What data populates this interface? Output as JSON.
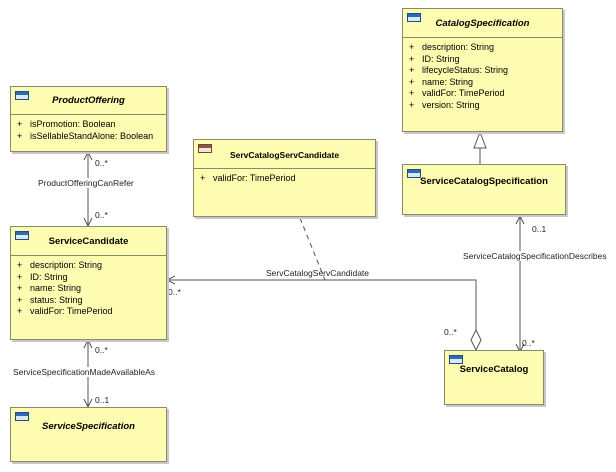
{
  "classes": {
    "product_offering": {
      "name": "ProductOffering",
      "attributes": [
        {
          "vis": "+",
          "text": "isPromotion: Boolean"
        },
        {
          "vis": "+",
          "text": "isSellableStandAlone: Boolean"
        }
      ]
    },
    "catalog_specification": {
      "name": "CatalogSpecification",
      "attributes": [
        {
          "vis": "+",
          "text": "description: String"
        },
        {
          "vis": "+",
          "text": "ID: String"
        },
        {
          "vis": "+",
          "text": "lifecycleStatus: String"
        },
        {
          "vis": "+",
          "text": "name: String"
        },
        {
          "vis": "+",
          "text": "validFor: TimePeriod"
        },
        {
          "vis": "+",
          "text": "version: String"
        }
      ]
    },
    "serv_catalog_serv_candidate": {
      "name": "ServCatalogServCandidate",
      "attributes": [
        {
          "vis": "+",
          "text": "validFor: TimePeriod"
        }
      ]
    },
    "service_catalog_specification": {
      "name": "ServiceCatalogSpecification"
    },
    "service_candidate": {
      "name": "ServiceCandidate",
      "attributes": [
        {
          "vis": "+",
          "text": "description: String"
        },
        {
          "vis": "+",
          "text": "ID: String"
        },
        {
          "vis": "+",
          "text": "name: String"
        },
        {
          "vis": "+",
          "text": "status: String"
        },
        {
          "vis": "+",
          "text": "validFor: TimePeriod"
        }
      ]
    },
    "service_catalog": {
      "name": "ServiceCatalog"
    },
    "service_specification": {
      "name": "ServiceSpecification"
    }
  },
  "associations": {
    "offering_can_refer": {
      "name": "ProductOfferingCanRefer",
      "mult_top": "0..*",
      "mult_bottom": "0..*"
    },
    "made_available_as": {
      "name": "ServiceSpecificationMadeAvailableAs",
      "mult_top": "0..*",
      "mult_bottom": "0..1"
    },
    "serv_catalog_serv_candidate": {
      "name": "ServCatalogServCandidate",
      "mult_candidate": "0..*",
      "mult_catalog": "0..*"
    },
    "spec_describes": {
      "name": "ServiceCatalogSpecificationDescribes",
      "mult_top": "0..1",
      "mult_bottom": "0..*"
    }
  },
  "colors": {
    "class_fill": "#fefcb0",
    "class_border": "#8a8a6a",
    "line": "#555555"
  },
  "icons": {
    "class": "uml-class-icon",
    "association_class": "uml-association-class-icon"
  }
}
